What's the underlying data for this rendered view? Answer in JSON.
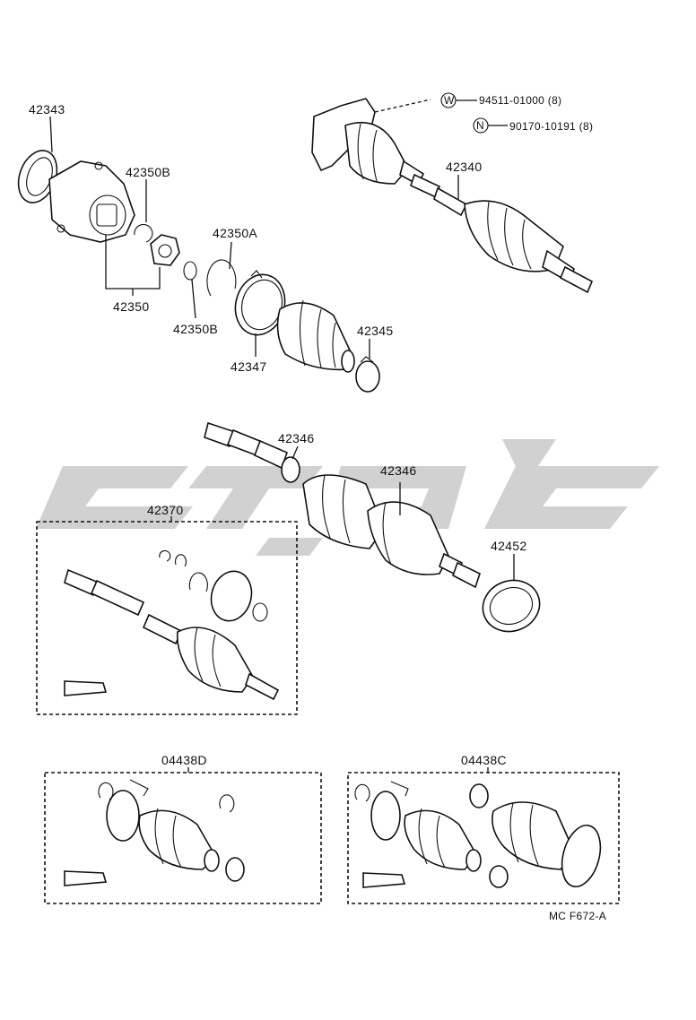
{
  "watermark": {
    "color": "#c8c8c8"
  },
  "diagram_code": "MC F672-A",
  "callouts": {
    "c42343": "42343",
    "c42350B_top": "42350B",
    "c42350": "42350",
    "c42350A": "42350A",
    "c42350B_bottom": "42350B",
    "c42347": "42347",
    "c42345": "42345",
    "c42340": "42340",
    "c94511": "94511-01000 (8)",
    "c90170": "90170-10191 (8)",
    "c42346_clamp": "42346",
    "c42346_boot": "42346",
    "c42370": "42370",
    "c42452": "42452",
    "c04438D": "04438D",
    "c04438C": "04438C"
  },
  "symbols": {
    "washer": "W",
    "nut": "N"
  }
}
